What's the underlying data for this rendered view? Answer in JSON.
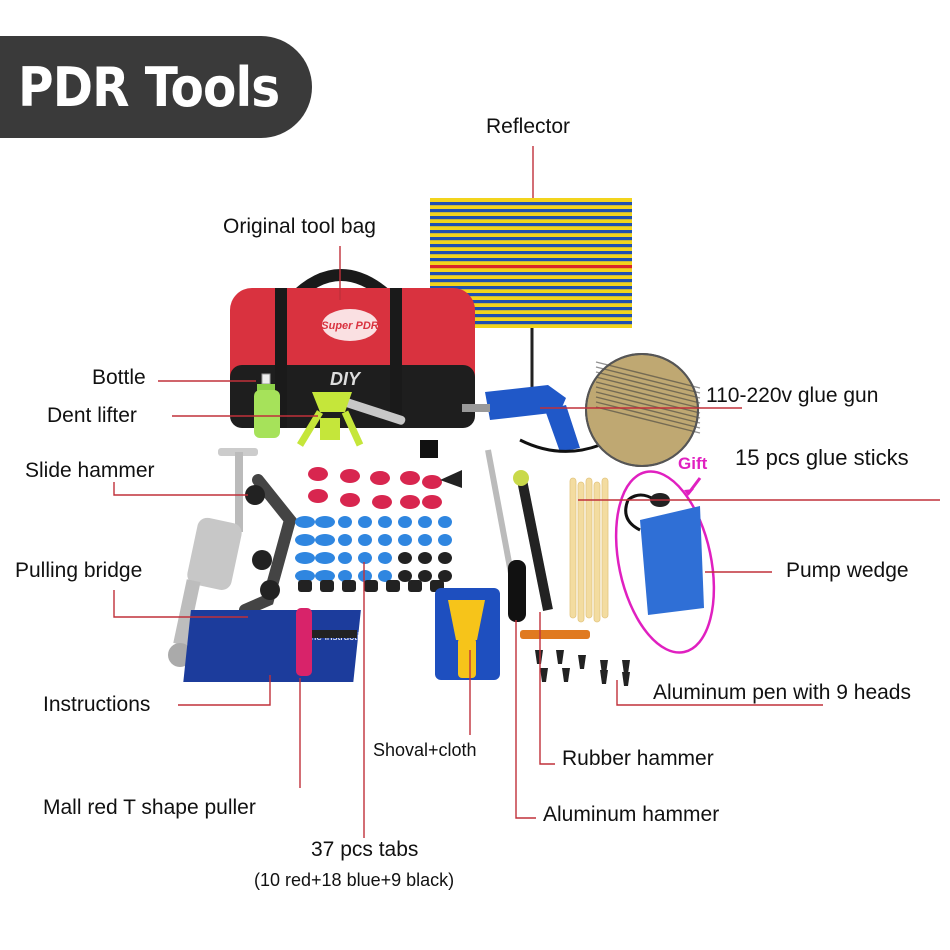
{
  "banner": {
    "title": "PDR Tools"
  },
  "labels": {
    "reflector": "Reflector",
    "tool_bag": "Original tool bag",
    "bottle": "Bottle",
    "dent_lifter": "Dent lifter",
    "glue_gun": "110-220v glue gun",
    "glue_sticks": "15 pcs glue sticks",
    "gift": "Gift",
    "slide_hammer": "Slide hammer",
    "pulling_bridge": "Pulling bridge",
    "pump_wedge": "Pump wedge",
    "aluminum_pen": "Aluminum pen with 9 heads",
    "instructions": "Instructions",
    "shoval_cloth": "Shoval+cloth",
    "rubber_hammer": "Rubber hammer",
    "t_puller": "Mall red T shape puller",
    "aluminum_hammer": "Aluminum hammer",
    "tabs": "37 pcs tabs",
    "tabs_detail": "(10 red+18 blue+9 black)"
  },
  "product": {
    "bag_brand": "Super PDR",
    "bag_text": "DIY",
    "booklet_text": "The instructions"
  },
  "colors": {
    "banner": "#3a3a3a",
    "leader_line": "#c0303a",
    "bag": "#d9323f",
    "reflector_blue": "#1f4fb0",
    "reflector_yellow": "#f2d41d",
    "tab_red": "#d8264f",
    "tab_blue": "#2f86e0",
    "gift_pink": "#e020c0"
  }
}
